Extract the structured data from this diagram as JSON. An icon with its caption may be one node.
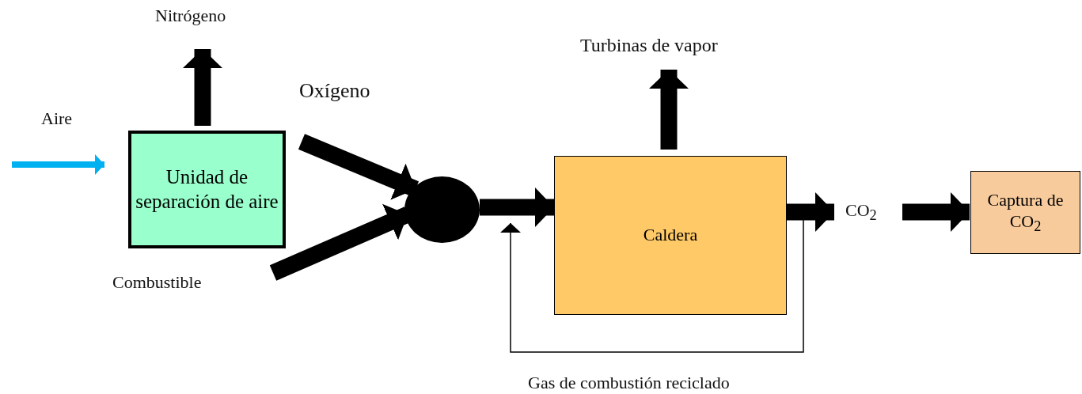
{
  "diagram": {
    "nodes": [
      {
        "text": [
          "Unidad de separación de aire"
        ]
      },
      {
        "text": [
          "Nitrógeno"
        ]
      },
      {
        "text": [],
        "shape": "circle"
      },
      {
        "text": [
          "Caldera"
        ]
      },
      {
        "text": [
          "Turbinas de vapor"
        ]
      },
      {
        "text": [
          "CO$_{2}$"
        ]
      },
      {
        "text": [
          "Captura de CO$_{2}$"
        ]
      }
    ],
    "edges": [
      {
        "from": null,
        "to": 0,
        "arrow": "to",
        "label": "Aire",
        "color": "#00b0f0"
      },
      {
        "from": 0,
        "to": 1,
        "arrow": "to"
      },
      {
        "from": 0,
        "to": 2,
        "arrow": "to",
        "label": "Oxígeno"
      },
      {
        "from": null,
        "to": 2,
        "arrow": "to",
        "label": "Combustible"
      },
      {
        "from": 2,
        "to": 3,
        "arrow": "to"
      },
      {
        "from": 3,
        "to": 4,
        "arrow": "to"
      },
      {
        "from": 3,
        "to": 5,
        "arrow": "to"
      },
      {
        "from": 5,
        "to": 6,
        "arrow": "to"
      },
      {
        "from": 3,
        "to": null,
        "arrow": "to",
        "label": "Gas de combustión reciclado"
      }
    ]
  }
}
